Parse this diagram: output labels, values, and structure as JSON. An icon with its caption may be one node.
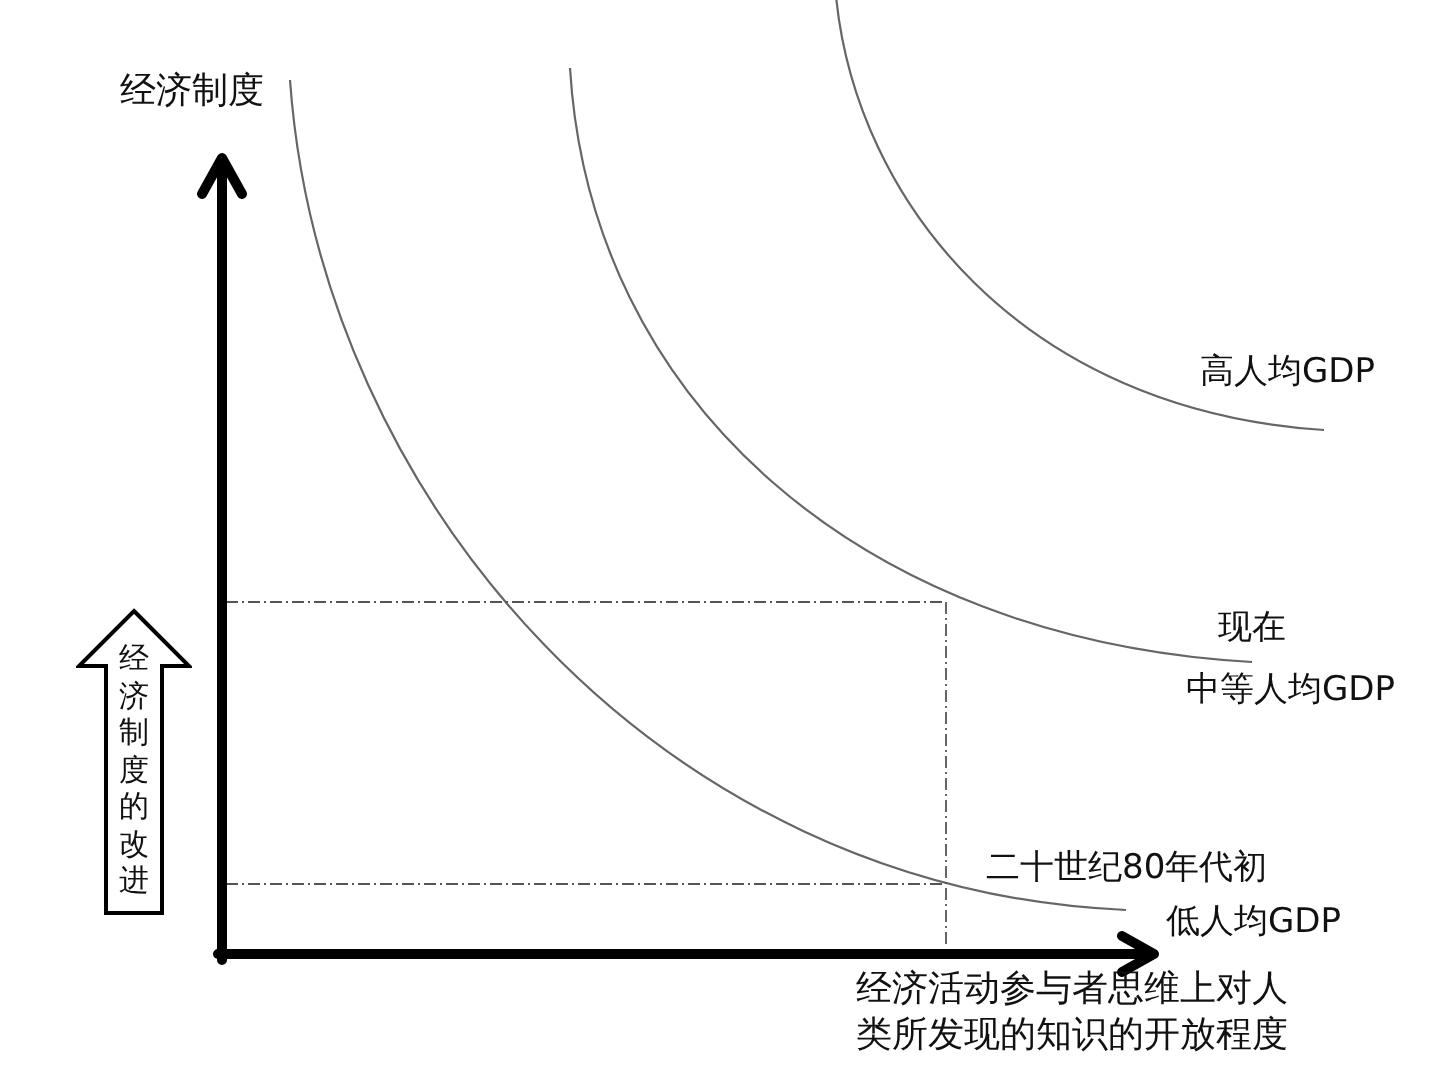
{
  "diagram": {
    "nodes": [
      {
        "text": [
          "经济制度的改进"
        ]
      }
    ],
    "labels": [
      "经济制度",
      "高人均GDP",
      "现在",
      "中等人均GDP",
      "二十世纪80年代初",
      "低人均GDP",
      "经济活动参与者思维上对人类所发现的知识的开放程度"
    ]
  }
}
